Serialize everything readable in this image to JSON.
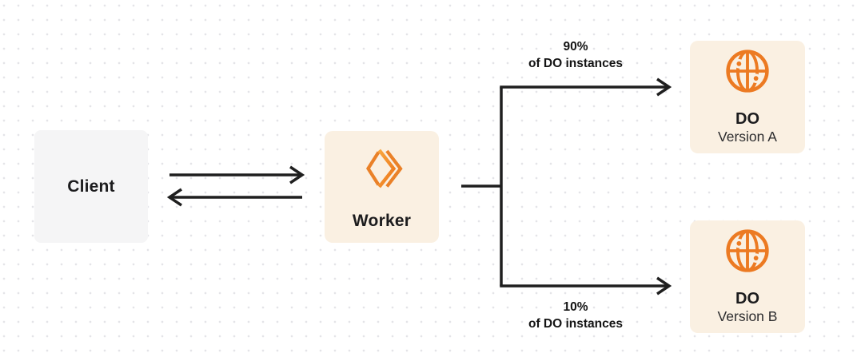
{
  "diagram": {
    "nodes": {
      "client": {
        "label": "Client"
      },
      "worker": {
        "label": "Worker",
        "icon": "workers-chevrons-icon"
      },
      "do_version_a": {
        "title": "DO",
        "subtitle": "Version A",
        "icon": "globe-icon"
      },
      "do_version_b": {
        "title": "DO",
        "subtitle": "Version B",
        "icon": "globe-icon"
      }
    },
    "edges": {
      "split_top": {
        "percent": "90%",
        "caption": "of DO instances"
      },
      "split_bottom": {
        "percent": "10%",
        "caption": "of DO instances"
      }
    },
    "colors": {
      "accent_orange": "#f07e22",
      "node_cream_bg": "#faf0e2",
      "client_bg": "#f5f5f6",
      "line": "#1f1f1f",
      "grid_dot": "#e4e4e8"
    }
  }
}
